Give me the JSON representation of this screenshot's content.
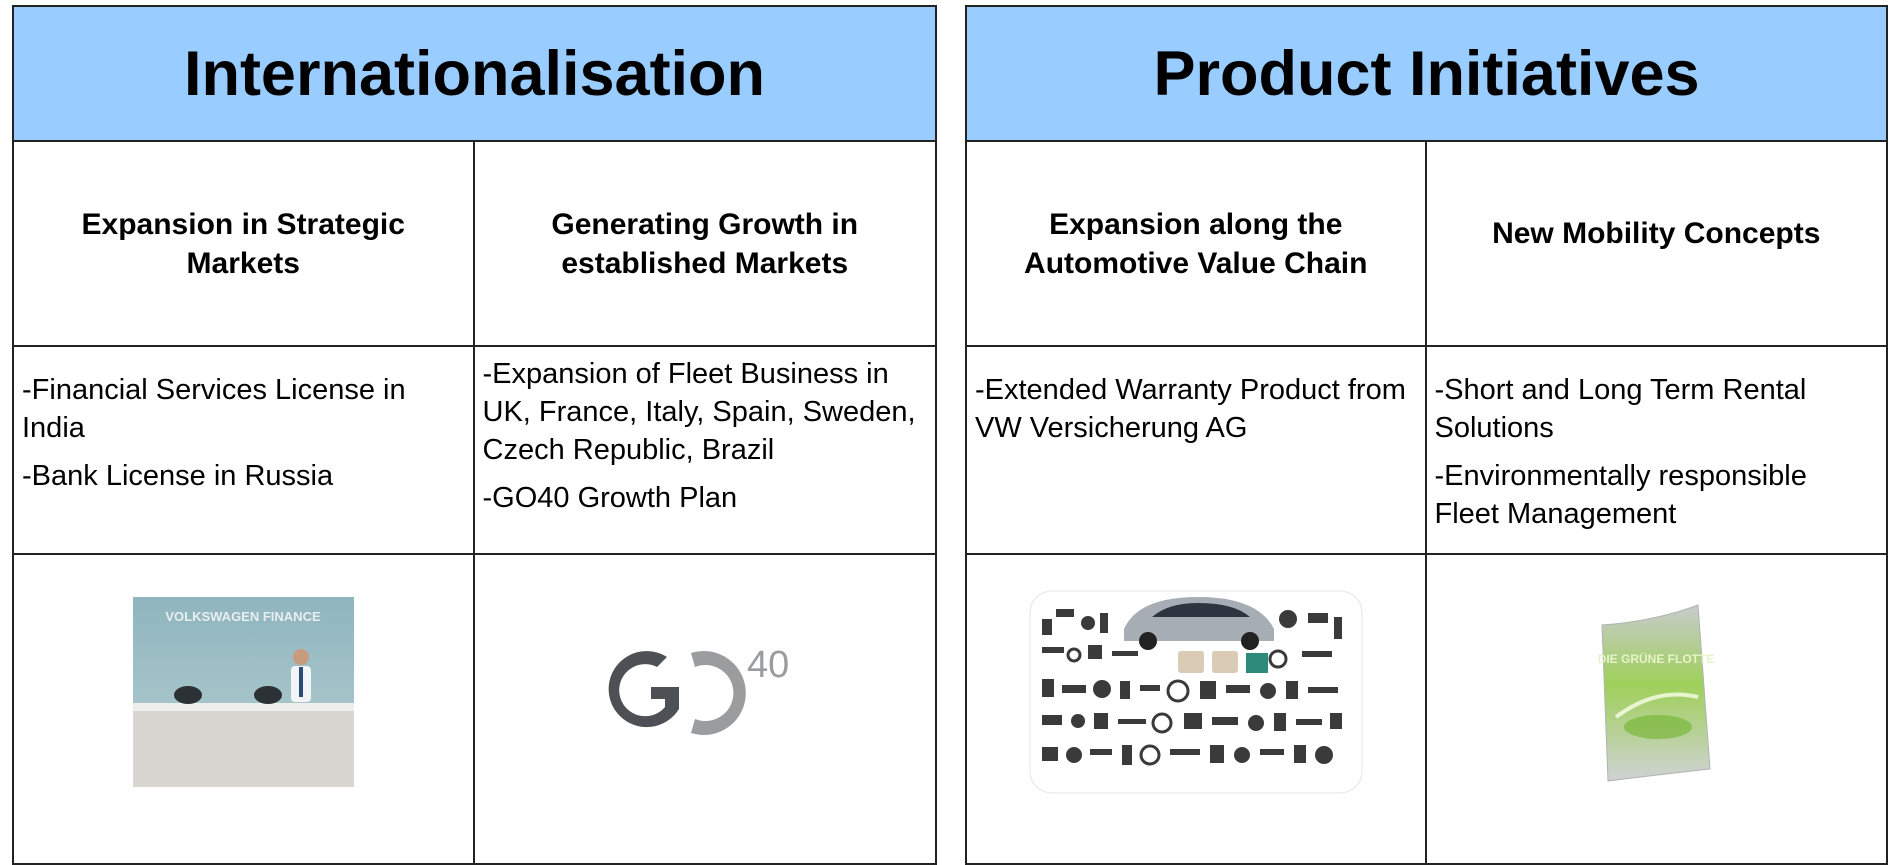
{
  "left": {
    "title": "Internationalisation",
    "col1": {
      "heading": "Expansion in Strategic Markets",
      "bullets": [
        "-Financial Services License in India",
        "-Bank License in Russia"
      ],
      "image_sign": "VOLKSWAGEN FINANCE"
    },
    "col2": {
      "heading": "Generating Growth in established Markets",
      "bullets": [
        "-Expansion of Fleet Business in UK, France, Italy, Spain, Sweden, Czech Republic, Brazil",
        "-GO40 Growth Plan"
      ],
      "logo_super": "40"
    }
  },
  "right": {
    "title": "Product Initiatives",
    "col1": {
      "heading": "Expansion along the Automotive Value Chain",
      "bullets": [
        "-Extended Warranty Product from VW Versicherung AG"
      ]
    },
    "col2": {
      "heading": "New Mobility Concepts",
      "bullets": [
        "-Short and Long Term Rental Solutions",
        "-Environmentally responsible Fleet Management"
      ],
      "brochure_title": "DIE GRÜNE FLOTTE"
    }
  },
  "colors": {
    "header_bg": "#99ccff",
    "border": "#222222",
    "go_logo": "#4d5054"
  }
}
